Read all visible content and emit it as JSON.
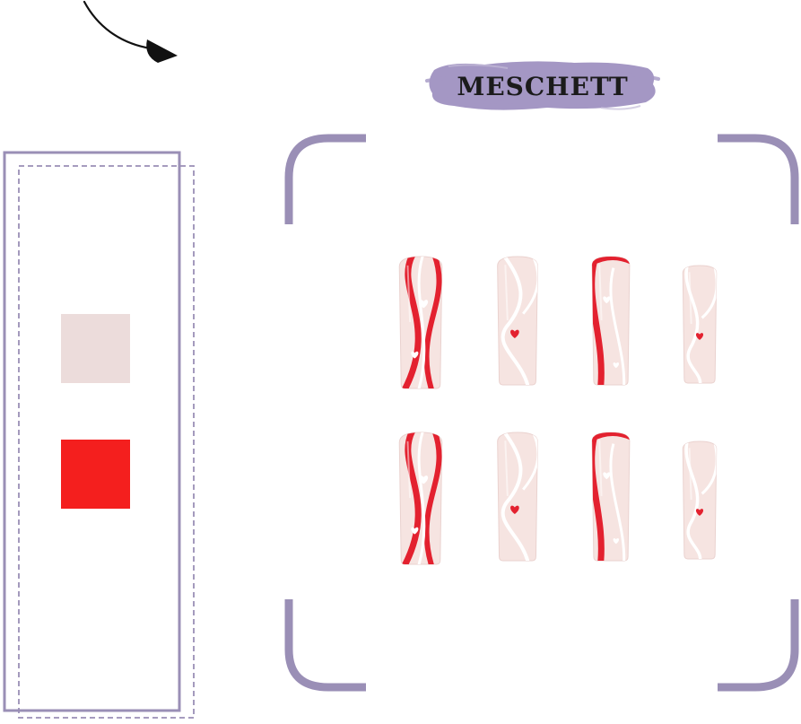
{
  "brand": {
    "name": "MESCHETT"
  },
  "icons": {
    "arrow": "curved-arrow-icon",
    "heart": "heart-icon"
  },
  "colors": {
    "frame": "#9a8fb6",
    "brand_brush": "#a497c4",
    "swatch_nude": "#ecdcdb",
    "swatch_red": "#f41f1e",
    "nail_base": "#f6e4e1",
    "nail_red": "#e3212f",
    "nail_white": "#ffffff"
  },
  "swatches": [
    {
      "name": "nude",
      "color": "#ecdcdb"
    },
    {
      "name": "red",
      "color": "#f41f1e"
    }
  ],
  "nails": {
    "rows": 2,
    "per_row": 4,
    "designs": [
      "red-white-swirl",
      "white-swirl-red-heart",
      "red-tip-white-heart",
      "white-swirl-red-heart-small"
    ]
  }
}
